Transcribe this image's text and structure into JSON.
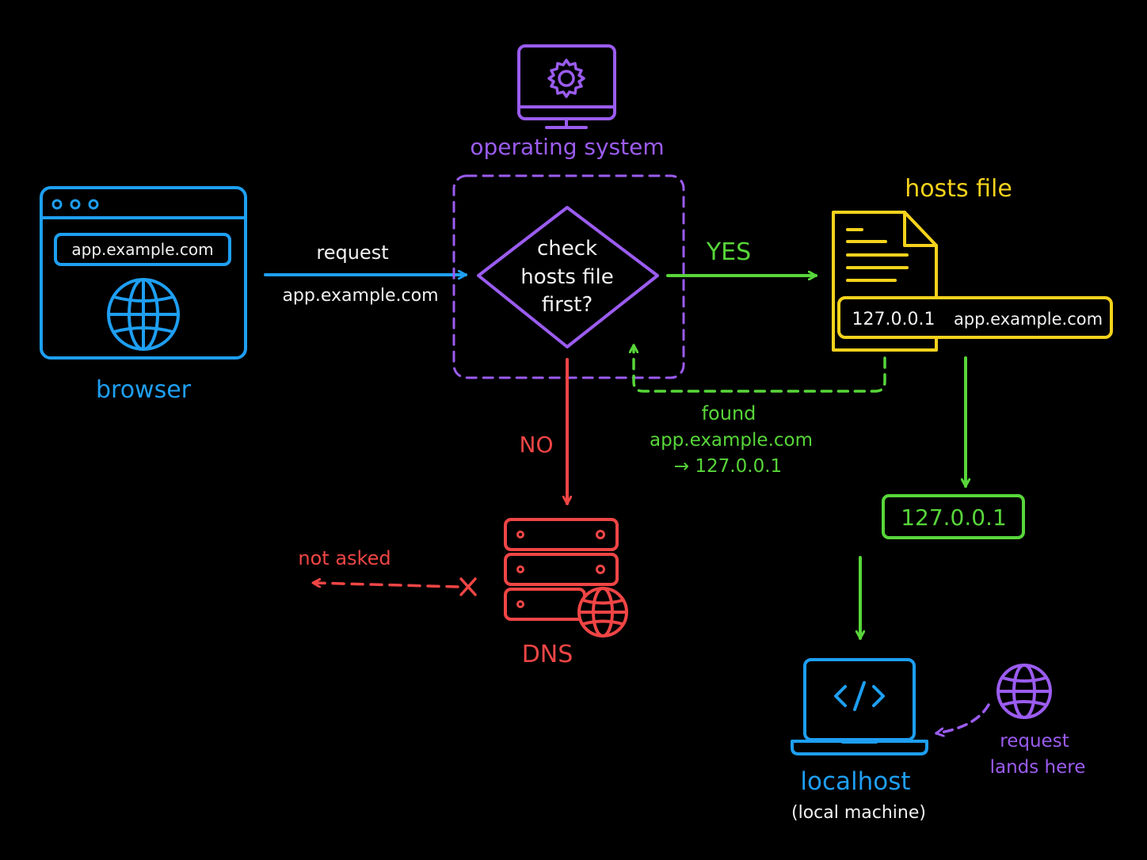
{
  "colors": {
    "background": "#000000",
    "blue": "#1e9ff2",
    "purple": "#9b5cf0",
    "yellow": "#f5d21c",
    "green": "#58d63a",
    "red": "#f04545",
    "white": "#f2f2f2"
  },
  "browser": {
    "label": "browser",
    "url": "app.example.com",
    "icon": "globe-icon"
  },
  "request": {
    "label": "request",
    "host": "app.example.com"
  },
  "os": {
    "label": "operating system",
    "icon": "gear-monitor-icon"
  },
  "decision": {
    "line1": "check",
    "line2": "hosts file",
    "line3": "first?",
    "yes": "YES",
    "no": "NO"
  },
  "hosts": {
    "label": "hosts file",
    "icon": "file-icon",
    "ip": "127.0.0.1",
    "host": "app.example.com"
  },
  "found": {
    "line1": "found",
    "line2": "app.example.com",
    "line3": "→ 127.0.0.1"
  },
  "result_ip": "127.0.0.1",
  "dns": {
    "label": "DNS",
    "not_asked": "not asked",
    "icon": "server-icon"
  },
  "localhost": {
    "label": "localhost",
    "sublabel": "(local machine)",
    "icon": "laptop-code-icon"
  },
  "lands": {
    "line1": "request",
    "line2": "lands here",
    "icon": "globe-icon"
  }
}
